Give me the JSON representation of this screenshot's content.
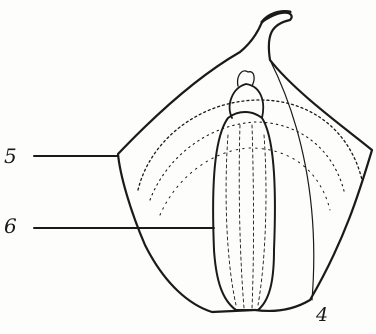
{
  "labels": {
    "five": "5",
    "six": "6",
    "four": "4"
  },
  "colors": {
    "ink": "#1a1a1a",
    "paper": "#fdfdfb"
  }
}
